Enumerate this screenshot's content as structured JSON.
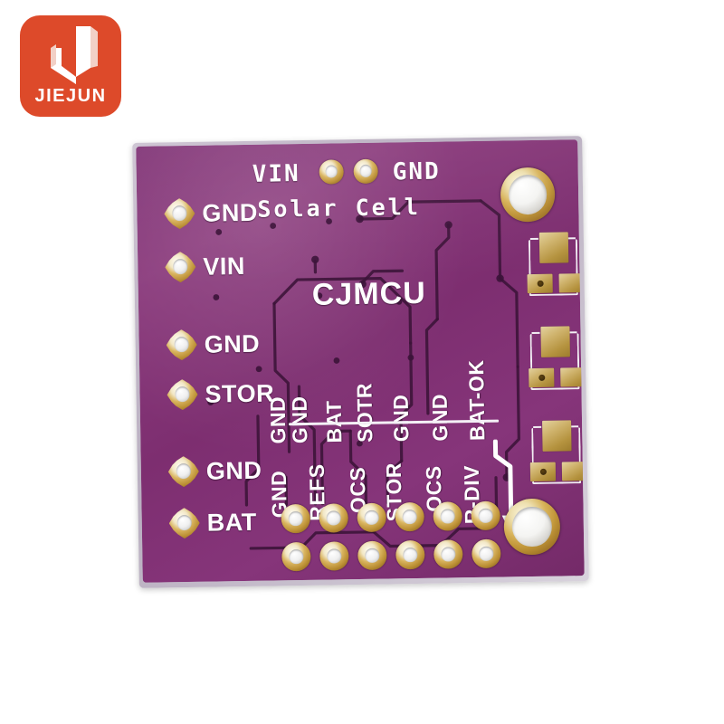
{
  "scene": {
    "kind": "product-photo",
    "subject": "CJMCU Solar Cell energy-harvesting breakout PCB",
    "background_color": "#ffffff",
    "board_color": "#7e2f73",
    "silkscreen_color": "#ffffff",
    "pad_color": "#d9b45f",
    "trace_color": "#3b1338"
  },
  "logo": {
    "name": "jiejun-logo",
    "background_color": "#dd4a2a",
    "mark_color": "#ffffff",
    "wordmark": "JIEJUN"
  },
  "board": {
    "brand_silkscreen": "CJMCU",
    "top_header": {
      "left_label": "VIN",
      "right_label": "GND",
      "subtitle": "Solar Cell",
      "holes": 2
    },
    "left_pads": [
      {
        "label": "GND"
      },
      {
        "label": "VIN"
      },
      {
        "label": "GND"
      },
      {
        "label": "STOR"
      },
      {
        "label": "GND"
      },
      {
        "label": "BAT"
      }
    ],
    "bottom_header": {
      "top_row_labels": [
        "GND",
        "GND",
        "BAT",
        "SOTR",
        "GND",
        "GND",
        "BAT-OK"
      ],
      "bottom_row_labels": [
        "GND",
        "REFS",
        "OCS",
        "STOR",
        "OCS",
        "R-DIV"
      ],
      "pin_rows": 2,
      "pins_per_row": 6
    },
    "mounting_holes": [
      {
        "name": "mounting-hole-top-right"
      },
      {
        "name": "mounting-hole-bottom-right"
      }
    ],
    "smd_footprints": [
      {
        "name": "smd-footprint-1",
        "pads": 3
      },
      {
        "name": "smd-footprint-2",
        "pads": 3
      },
      {
        "name": "smd-footprint-3",
        "pads": 3
      }
    ],
    "direction_arrow": "down"
  }
}
